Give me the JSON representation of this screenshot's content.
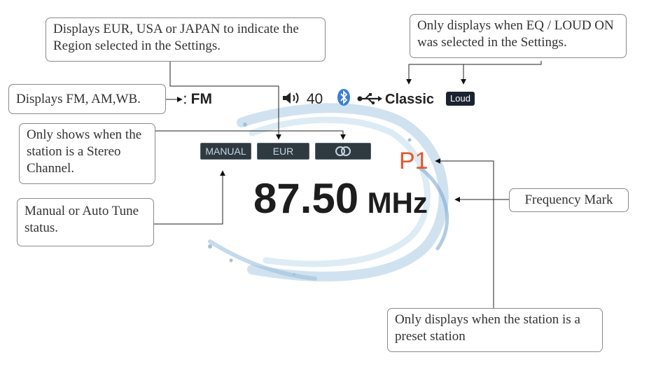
{
  "display": {
    "band": "FM",
    "volume": "40",
    "eq_mode": "Classic",
    "loud_badge": "Loud",
    "tune_mode": "MANUAL",
    "region": "EUR",
    "preset": "P1",
    "frequency": "87.50",
    "unit": "MHz"
  },
  "callouts": {
    "region": "Displays EUR, USA or JAPAN to indicate the Region selected in the Settings.",
    "eq_loud": "Only displays when EQ / LOUD ON was selected in the Settings.",
    "band": "Displays FM, AM,WB.",
    "stereo": "Only shows when the station is a Stereo Channel.",
    "tune": "Manual or Auto Tune status.",
    "frequency": "Frequency Mark",
    "preset": "Only displays when the station is a preset station"
  },
  "colors": {
    "preset": "#e8562b",
    "chip_bg": "#2f3a40",
    "bluetooth": "#3a7fd6",
    "water": "#8fb9d8"
  }
}
